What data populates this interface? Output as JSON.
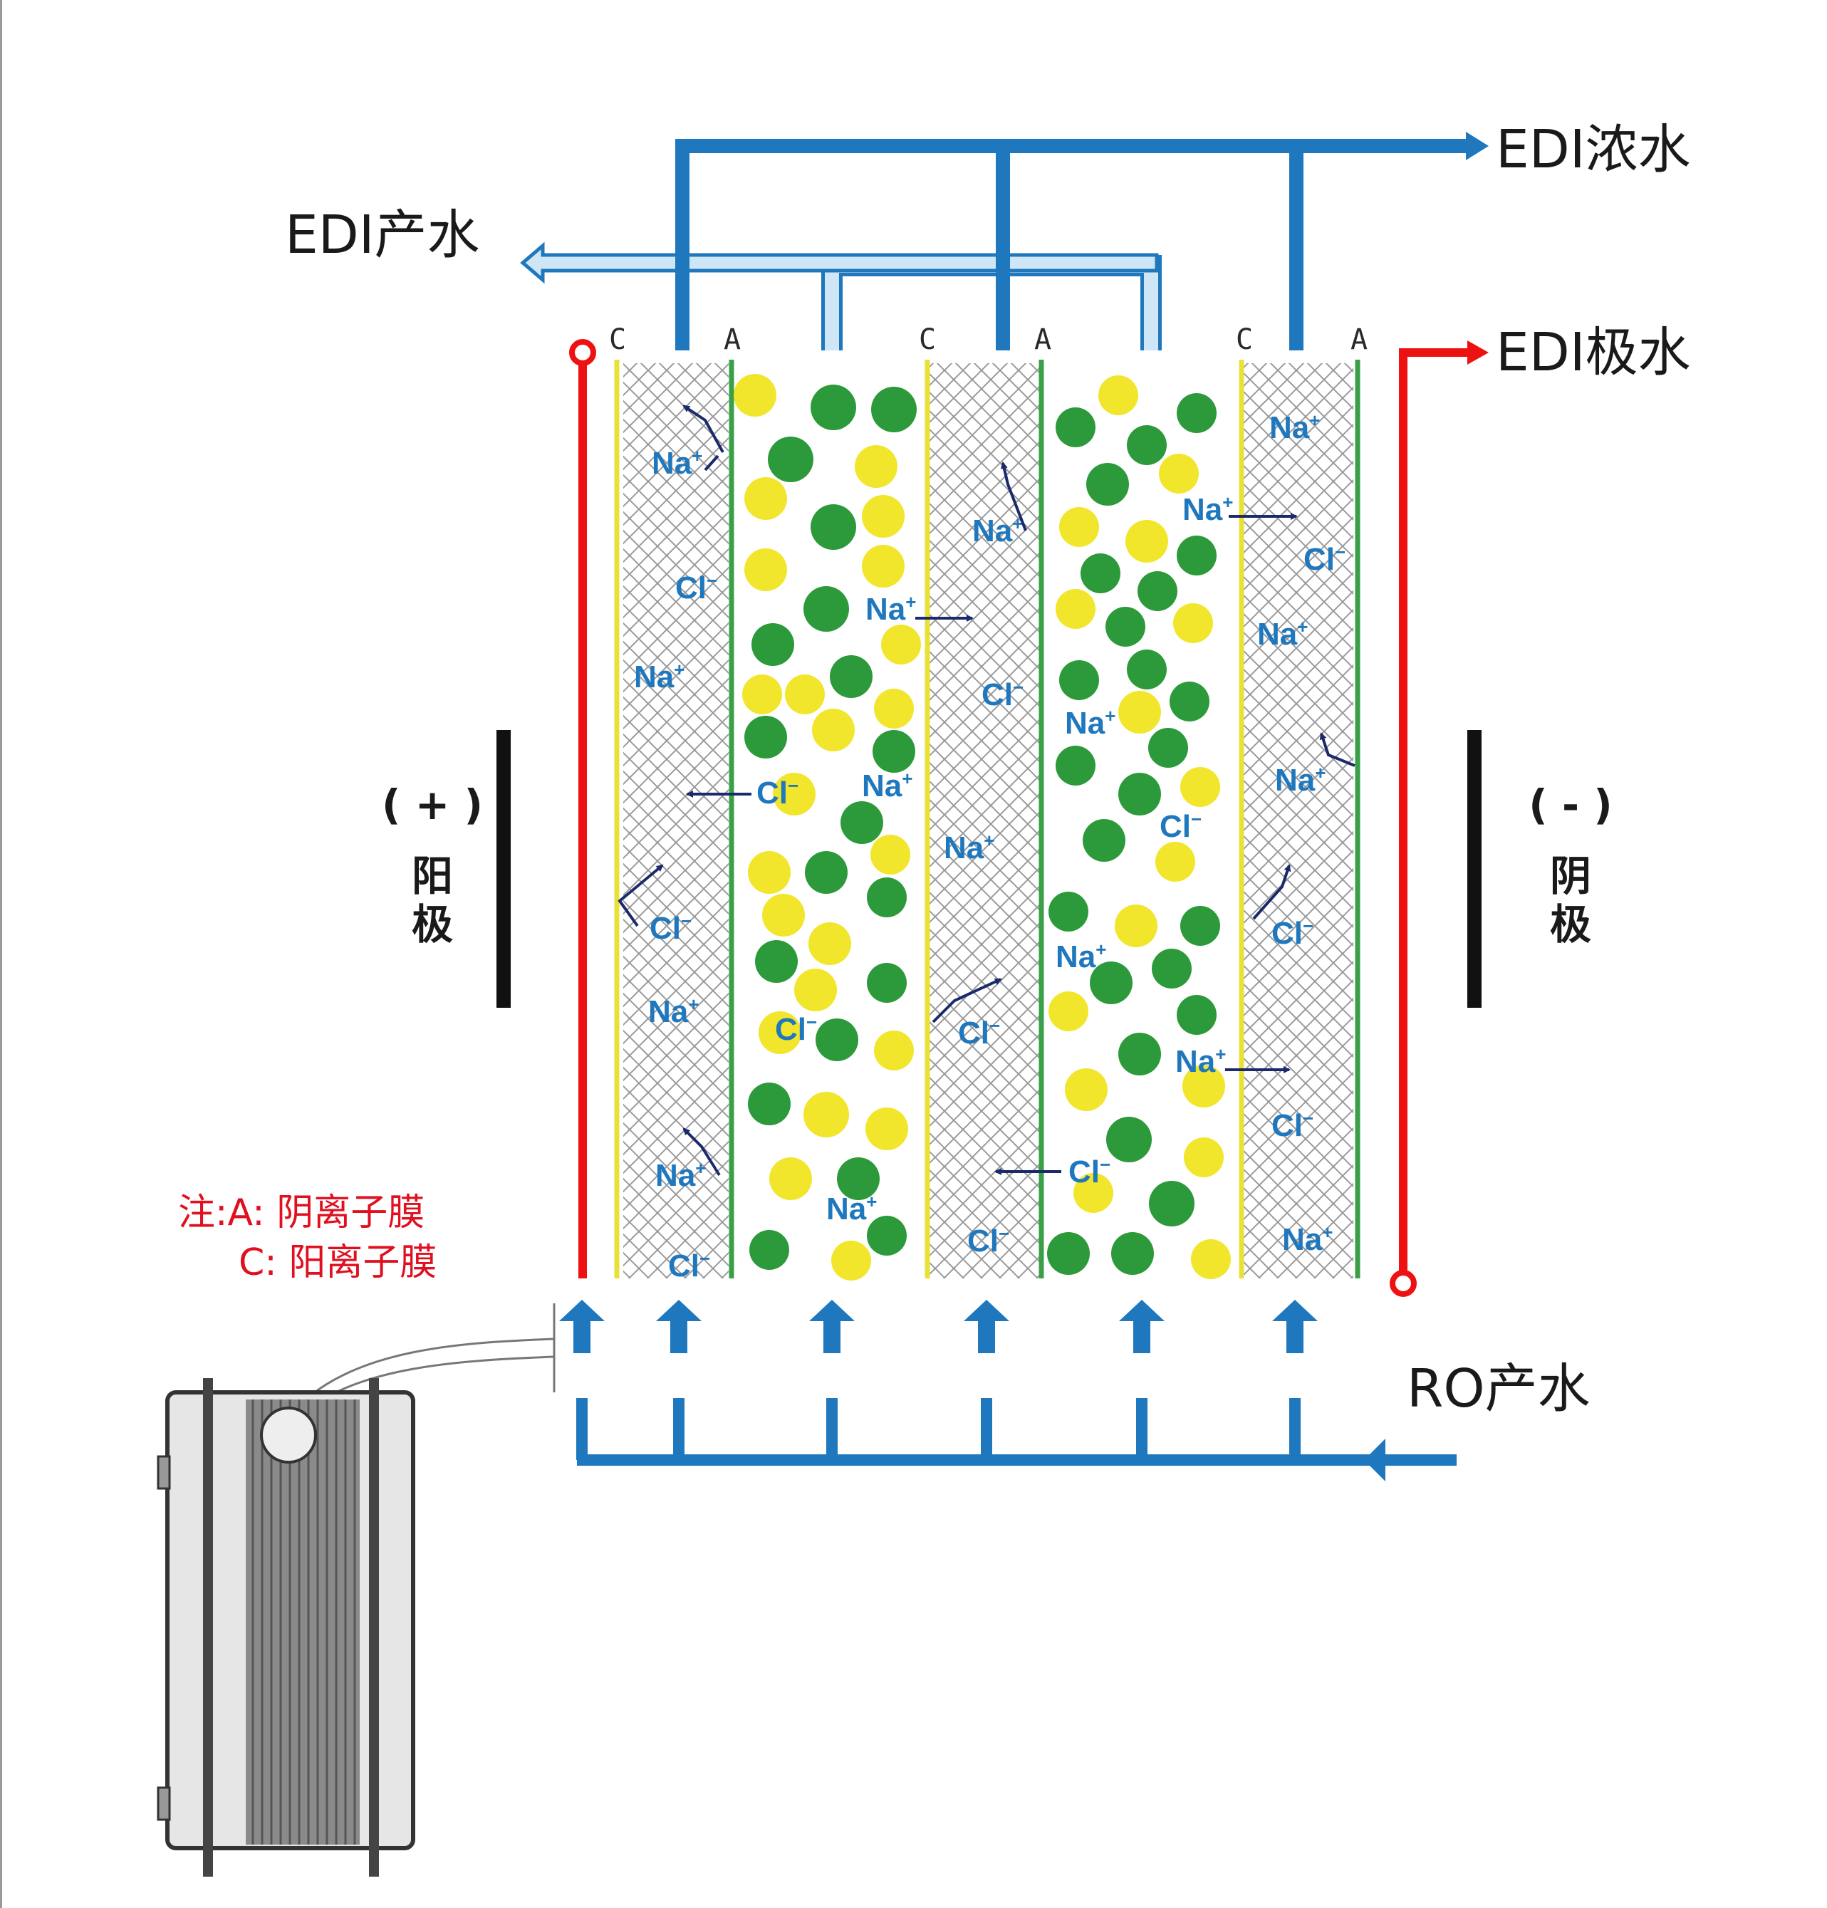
{
  "labels": {
    "edi_concentrate": "EDI浓水",
    "edi_product": "EDI产水",
    "edi_electrode": "EDI极水",
    "ro_product": "RO产水",
    "anode_sign": "( + )",
    "anode_name_1": "阳",
    "anode_name_2": "极",
    "cathode_sign": "( - )",
    "cathode_name_1": "阴",
    "cathode_name_2": "极"
  },
  "membranes": [
    "C",
    "A",
    "C",
    "A",
    "C",
    "A"
  ],
  "note": {
    "line1": "注:A: 阴离子膜",
    "line2": "C: 阳离子膜"
  },
  "ions": {
    "na_text": "Na",
    "na_sup": "+",
    "cl_text": "Cl",
    "cl_sup": "−"
  },
  "colors": {
    "pipe_blue": "#1f78bd",
    "product_pipe": "#cfe6f7",
    "red_line": "#ee1111",
    "resin_green": "#2c9a3a",
    "resin_yellow": "#f1e62c",
    "cation_membrane": "#e8e238",
    "anion_membrane": "#3aa048",
    "arrow_navy": "#1b2a6b"
  }
}
